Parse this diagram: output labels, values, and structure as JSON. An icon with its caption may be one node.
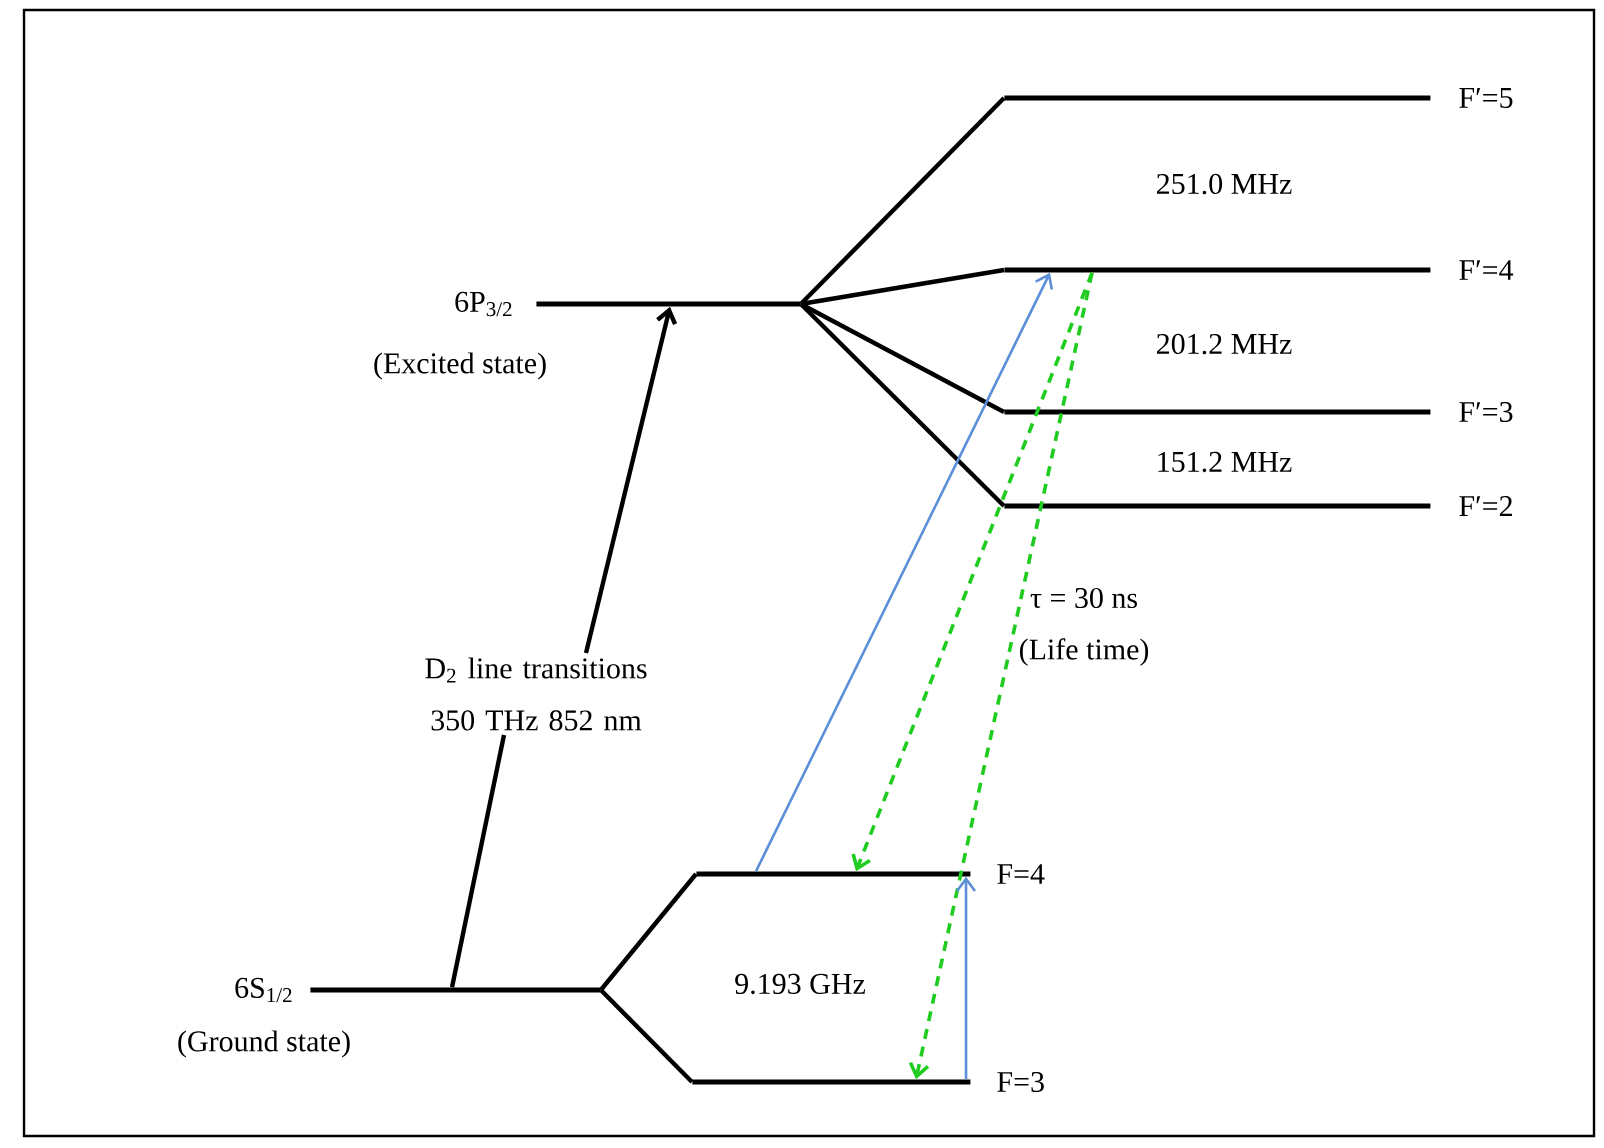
{
  "diagram": {
    "nodes": [
      {
        "text": [],
        "shape": "bar",
        "beside": [
          "6P$_{3/2}$",
          "(Excited state)"
        ]
      },
      {
        "text": [],
        "shape": "bar",
        "beside": [
          "F′=5"
        ]
      },
      {
        "text": [],
        "shape": "bar",
        "beside": [
          "F′=4"
        ]
      },
      {
        "text": [],
        "shape": "bar",
        "beside": [
          "F′=3"
        ]
      },
      {
        "text": [],
        "shape": "bar",
        "beside": [
          "F′=2"
        ]
      },
      {
        "text": [
          "D$_{2}$ line transitions 350 THz 852 nm"
        ]
      },
      {
        "text": [],
        "shape": "bar",
        "beside": [
          "6S$_{1/2}$",
          "(Ground state)"
        ]
      },
      {
        "text": [],
        "shape": "bar",
        "beside": [
          "F=4"
        ]
      },
      {
        "text": [],
        "shape": "bar",
        "beside": [
          "F=3"
        ]
      }
    ],
    "edges": [
      {
        "from": 0,
        "to": 1,
        "arrow": "none"
      },
      {
        "from": 0,
        "to": 2,
        "arrow": "none"
      },
      {
        "from": 0,
        "to": 3,
        "arrow": "none"
      },
      {
        "from": 0,
        "to": 4,
        "arrow": "none"
      },
      {
        "from": 5,
        "to": 0,
        "arrow": "to"
      },
      {
        "from": 5,
        "to": 6,
        "arrow": "none"
      },
      {
        "from": 6,
        "to": 7,
        "arrow": "none"
      },
      {
        "from": 6,
        "to": 8,
        "arrow": "none"
      },
      {
        "from": 7,
        "to": 2,
        "arrow": "to",
        "color": "#5b8fd8"
      },
      {
        "from": 2,
        "to": 7,
        "arrow": "to",
        "style": "dashed",
        "color": "#1fcc1f"
      },
      {
        "from": 2,
        "to": 8,
        "arrow": "to",
        "style": "dashed",
        "color": "#1fcc1f"
      },
      {
        "from": 8,
        "to": 7,
        "arrow": "to",
        "color": "#5b8fd8"
      }
    ],
    "labels": [
      "251.0 MHz",
      "201.2 MHz",
      "151.2 MHz",
      "τ = 30 ns",
      "(Life time)",
      "9.193 GHz"
    ]
  }
}
